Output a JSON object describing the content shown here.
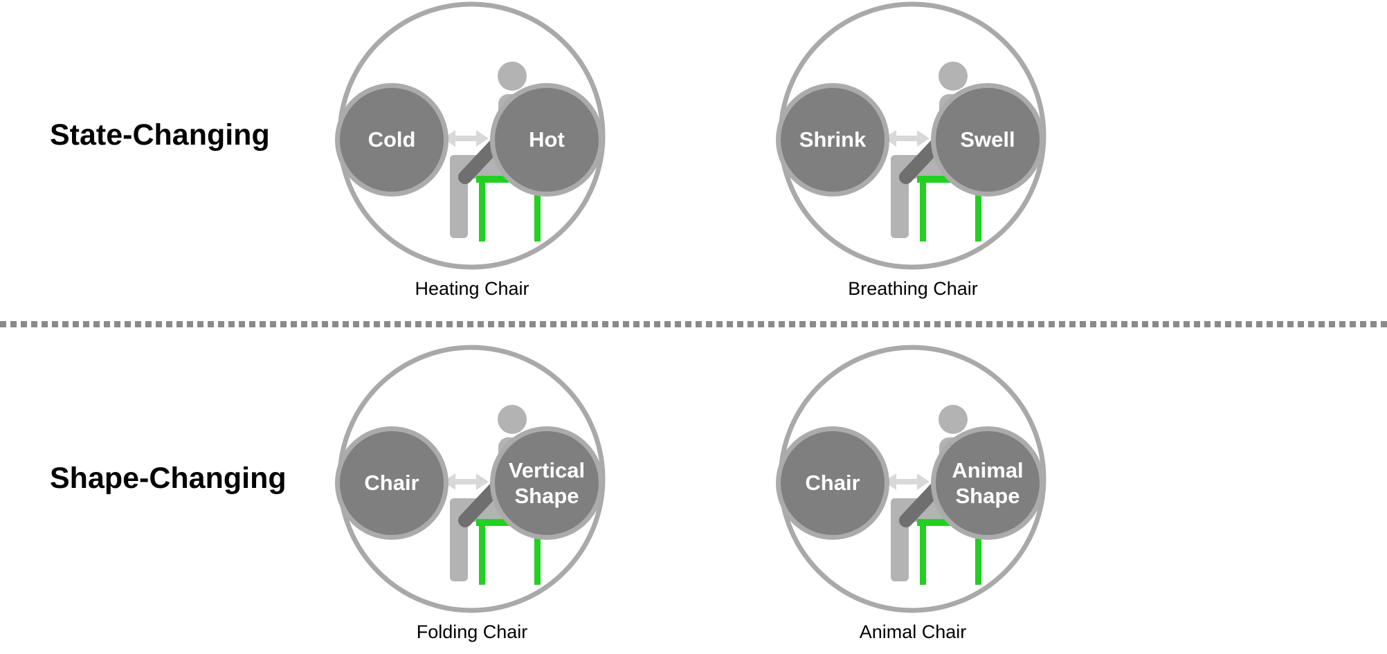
{
  "rows": {
    "state": {
      "label": "State-Changing"
    },
    "shape": {
      "label": "Shape-Changing"
    }
  },
  "panels": [
    {
      "left": "Cold",
      "right": "Hot",
      "caption": "Heating Chair"
    },
    {
      "left": "Shrink",
      "right": "Swell",
      "caption": "Breathing Chair"
    },
    {
      "left": "Chair",
      "right": "Vertical\nShape",
      "caption": "Folding Chair"
    },
    {
      "left": "Chair",
      "right": "Animal\nShape",
      "caption": "Animal Chair"
    }
  ],
  "colors": {
    "ring": "#a9a9a9",
    "bubble_fill": "#7f7f7f",
    "bubble_border": "#ababab",
    "figure": "#b3b3b3",
    "arm": "#6f6f6f",
    "table": "#22d022",
    "arrow": "#d8d8d8",
    "divider": "#8a8a8a"
  },
  "icons": [
    "seated-person-icon",
    "desk-icon",
    "double-arrow-icon"
  ]
}
